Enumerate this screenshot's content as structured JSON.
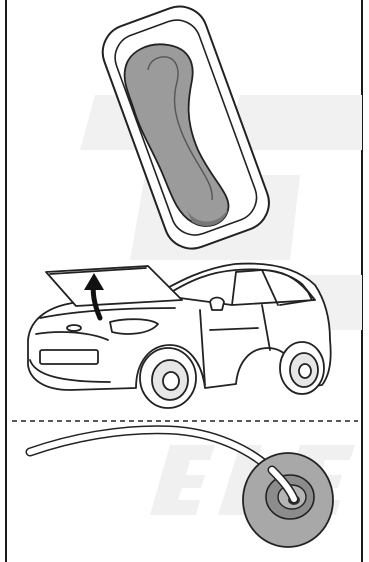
{
  "figure": {
    "panels": [
      {
        "name": "hood-release-lever",
        "icon": "hood-release-lever-icon"
      },
      {
        "name": "car-with-open-hood",
        "icon": "car-hood-open-icon"
      },
      {
        "name": "wire-through-grommet",
        "icon": "cable-grommet-icon"
      }
    ],
    "watermark": "ELE",
    "colors": {
      "border": "#1a1a1a",
      "line": "#222222",
      "lever_fill": "#9b9b9b",
      "grommet_fill": "#a8a8a8",
      "watermark": "#f1f1f1"
    }
  }
}
